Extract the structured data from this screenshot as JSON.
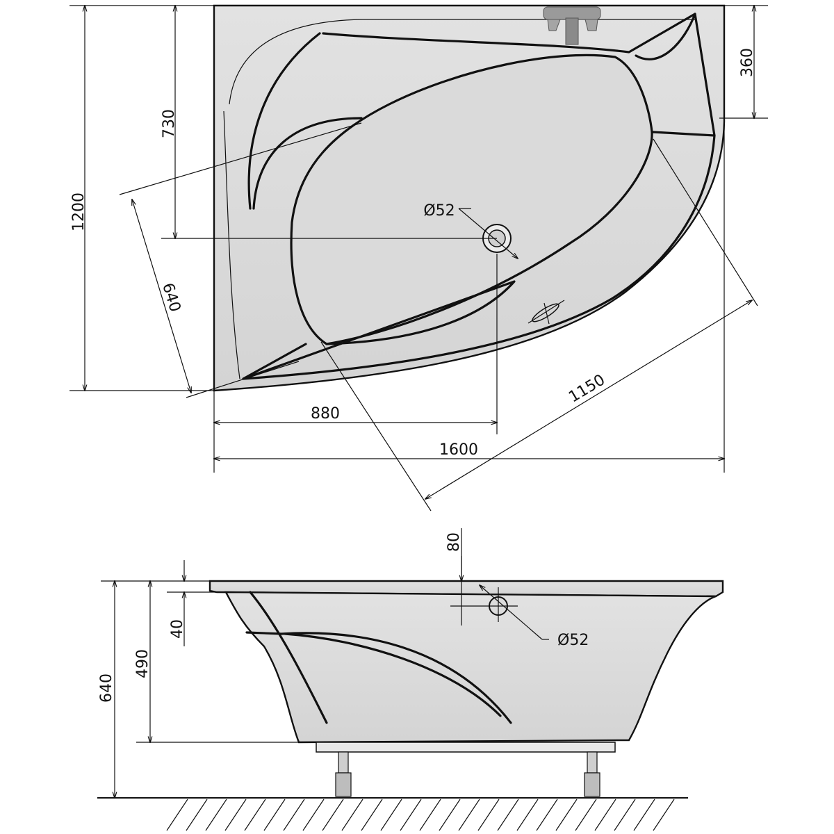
{
  "top_view": {
    "dimensions": {
      "width_total": "1200",
      "drain_offset_y": "730",
      "tap_offset": "360",
      "corner_depth": "640",
      "diagonal": "1150",
      "drain_offset_x": "880",
      "length_total": "1600"
    },
    "drain_label": "Ø52"
  },
  "side_view": {
    "dimensions": {
      "overflow_offset": "80",
      "rim_thickness": "40",
      "inner_depth": "490",
      "total_height": "640"
    },
    "overflow_label": "Ø52"
  },
  "colors": {
    "outline": "#111111",
    "tub_fill": "#dcdcdc",
    "background": "#ffffff"
  }
}
